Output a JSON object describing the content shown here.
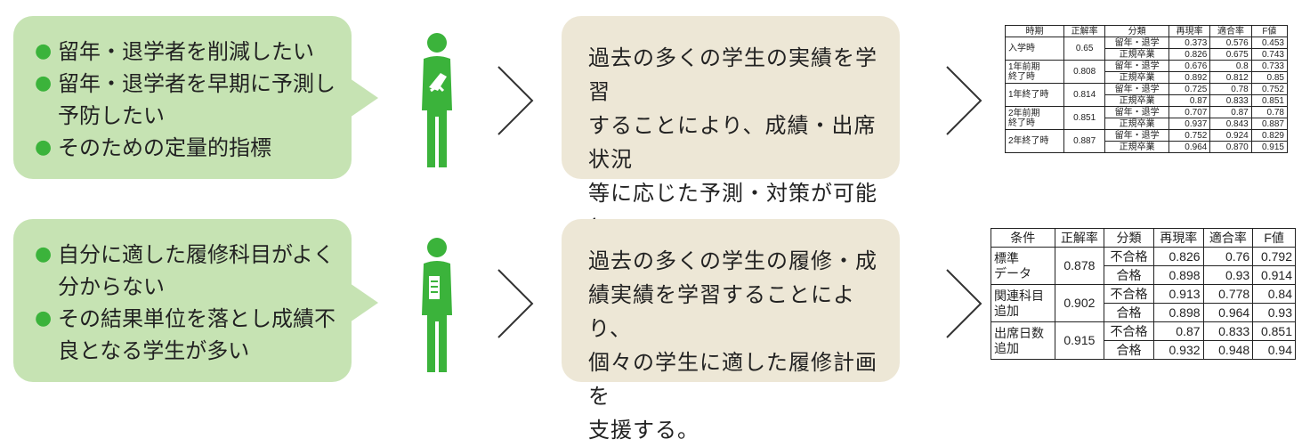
{
  "colors": {
    "bubble_bg": "#c6e3b3",
    "box_bg": "#ede7d6",
    "accent": "#3bb33b"
  },
  "rows": [
    {
      "bullets": [
        "留年・退学者を削減したい",
        "留年・退学者を早期に予測し\n予防したい",
        "そのための定量的指標"
      ],
      "figure_icon": "person-thinking-icon",
      "description": "過去の多くの学生の実績を学習\nすることにより、成績・出席状況\n等に応じた予測・対策が可能と\nなる。",
      "table": {
        "headers": [
          "時期",
          "正解率",
          "分類",
          "再現率",
          "適合率",
          "F値"
        ],
        "groups": [
          {
            "period": "入学時",
            "accuracy": "0.65",
            "rows": [
              [
                "留年・退学",
                "0.373",
                "0.576",
                "0.453"
              ],
              [
                "正規卒業",
                "0.826",
                "0.675",
                "0.743"
              ]
            ]
          },
          {
            "period": "1年前期\n終了時",
            "accuracy": "0.808",
            "rows": [
              [
                "留年・退学",
                "0.676",
                "0.8",
                "0.733"
              ],
              [
                "正規卒業",
                "0.892",
                "0.812",
                "0.85"
              ]
            ]
          },
          {
            "period": "1年終了時",
            "accuracy": "0.814",
            "rows": [
              [
                "留年・退学",
                "0.725",
                "0.78",
                "0.752"
              ],
              [
                "正規卒業",
                "0.87",
                "0.833",
                "0.851"
              ]
            ]
          },
          {
            "period": "2年前期\n終了時",
            "accuracy": "0.851",
            "rows": [
              [
                "留年・退学",
                "0.707",
                "0.87",
                "0.78"
              ],
              [
                "正規卒業",
                "0.937",
                "0.843",
                "0.887"
              ]
            ]
          },
          {
            "period": "2年終了時",
            "accuracy": "0.887",
            "rows": [
              [
                "留年・退学",
                "0.752",
                "0.924",
                "0.829"
              ],
              [
                "正規卒業",
                "0.964",
                "0.870",
                "0.915"
              ]
            ]
          }
        ]
      }
    },
    {
      "bullets": [
        "自分に適した履修科目がよく\n分からない",
        "その結果単位を落とし成績不\n良となる学生が多い"
      ],
      "figure_icon": "person-holding-book-icon",
      "description": "過去の多くの学生の履修・成\n績実績を学習することにより、\n個々の学生に適した履修計画を\n支援する。",
      "table": {
        "headers": [
          "条件",
          "正解率",
          "分類",
          "再現率",
          "適合率",
          "F値"
        ],
        "groups": [
          {
            "period": "標準\nデータ",
            "accuracy": "0.878",
            "rows": [
              [
                "不合格",
                "0.826",
                "0.76",
                "0.792"
              ],
              [
                "合格",
                "0.898",
                "0.93",
                "0.914"
              ]
            ]
          },
          {
            "period": "関連科目\n追加",
            "accuracy": "0.902",
            "rows": [
              [
                "不合格",
                "0.913",
                "0.778",
                "0.84"
              ],
              [
                "合格",
                "0.898",
                "0.964",
                "0.93"
              ]
            ]
          },
          {
            "period": "出席日数\n追加",
            "accuracy": "0.915",
            "rows": [
              [
                "不合格",
                "0.87",
                "0.833",
                "0.851"
              ],
              [
                "合格",
                "0.932",
                "0.948",
                "0.94"
              ]
            ]
          }
        ]
      }
    }
  ]
}
